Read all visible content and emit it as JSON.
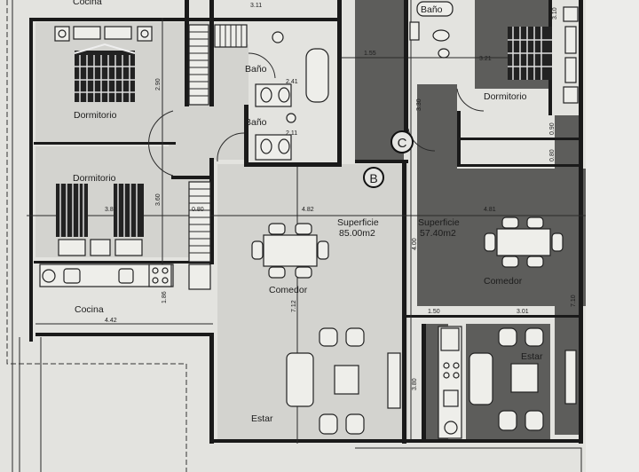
{
  "plan": {
    "left_unit": {
      "area_label": "Superficie",
      "area_value": "85.00m2",
      "rooms": {
        "cocina_top": "Cocina",
        "dormitorio_1": "Dormitorio",
        "dormitorio_2": "Dormitorio",
        "bano_1": "Baño",
        "bano_2": "Baño",
        "cocina": "Cocina",
        "comedor": "Comedor",
        "estar": "Estar"
      },
      "dimensions": {
        "top": "3.11",
        "dorm1_height": "2.90",
        "bano1": "2.41",
        "bano2": "2.11",
        "dorm2_width": "3.82",
        "dorm2_height": "3.60",
        "closet": "0.80",
        "living_width": "4.82",
        "cocina_height": "1.86",
        "cocina_width": "4.42",
        "living_height": "7.12"
      }
    },
    "right_unit": {
      "area_label": "Superficie",
      "area_value": "57.40m2",
      "rooms": {
        "bano": "Baño",
        "dormitorio": "Dormitorio",
        "comedor": "Comedor",
        "estar": "Estar"
      },
      "dimensions": {
        "dorm_top": "3.10",
        "hall": "1.55",
        "dorm_width": "3.21",
        "hall_height": "3.30",
        "closet_1": "0.90",
        "closet_2": "0.80",
        "living_width": "4.81",
        "comedor_height": "4.00",
        "living_height": "7.10",
        "kitchen_width": "1.50",
        "estar_width": "3.01",
        "estar_height": "3.80"
      }
    },
    "markers": {
      "b": "B",
      "c": "C"
    }
  }
}
